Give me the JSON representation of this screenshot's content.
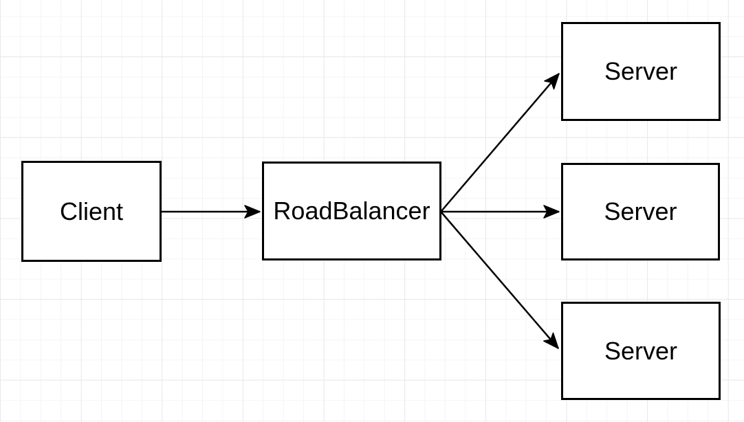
{
  "diagram": {
    "type": "flow-diagram",
    "nodes": [
      {
        "id": "client",
        "label": "Client"
      },
      {
        "id": "roadbalancer",
        "label": "RoadBalancer"
      },
      {
        "id": "server-top",
        "label": "Server"
      },
      {
        "id": "server-middle",
        "label": "Server"
      },
      {
        "id": "server-bottom",
        "label": "Server"
      }
    ],
    "edges": [
      {
        "from": "client",
        "to": "roadbalancer",
        "arrow": "filled-notched"
      },
      {
        "from": "roadbalancer",
        "to": "server-top",
        "arrow": "filled-notched"
      },
      {
        "from": "roadbalancer",
        "to": "server-middle",
        "arrow": "filled-notched"
      },
      {
        "from": "roadbalancer",
        "to": "server-bottom",
        "arrow": "filled-notched"
      }
    ],
    "colors": {
      "background": "#ffffff",
      "grid_minor": "#f4f4f4",
      "grid_major": "#e9e9e9",
      "node_fill": "#ffffff",
      "node_stroke": "#000000",
      "edge_stroke": "#000000",
      "text": "#000000"
    }
  }
}
